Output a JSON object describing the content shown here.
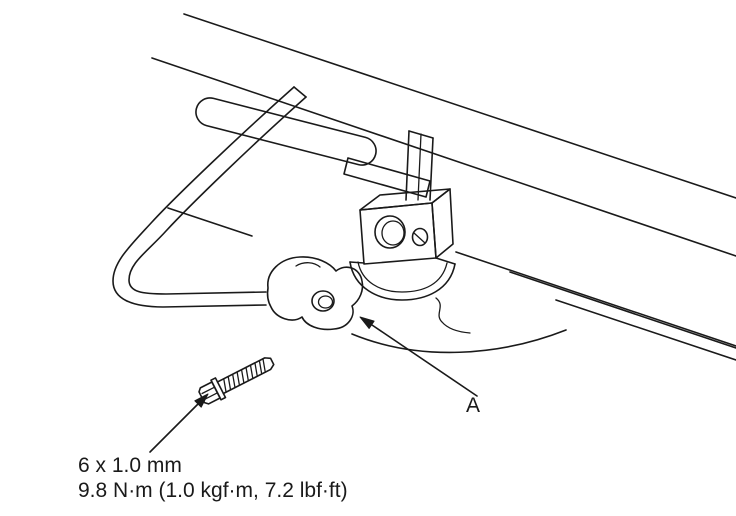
{
  "figure": {
    "callout_a": "A",
    "bolt_spec": "6 x 1.0 mm",
    "torque_spec": "9.8 N·m (1.0 kgf·m, 7.2 lbf·ft)"
  },
  "colors": {
    "line": "#1a1a1a",
    "background": "#ffffff"
  }
}
